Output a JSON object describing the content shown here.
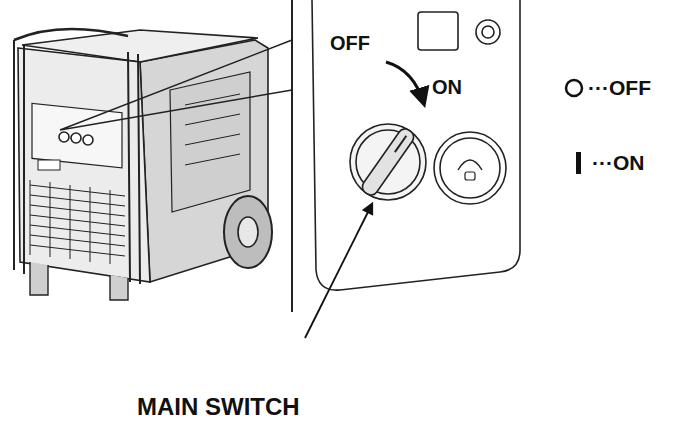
{
  "diagram": {
    "labels": [
      "OFF",
      "ON",
      "MAIN SWITCH"
    ],
    "legend": [
      {
        "text": "···OFF"
      },
      {
        "text": "···ON"
      }
    ]
  }
}
